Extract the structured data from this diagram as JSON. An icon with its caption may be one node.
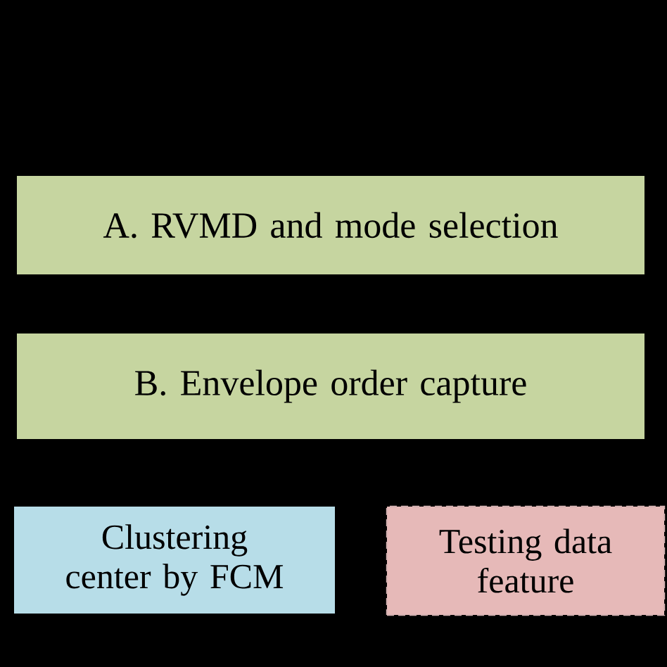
{
  "diagram": {
    "nodes": [
      {
        "text": [
          "A. RVMD and mode selection"
        ]
      },
      {
        "text": [
          "B. Envelope order capture"
        ]
      },
      {
        "text": [
          "Clustering center by FCM"
        ]
      },
      {
        "text": [
          "Testing data feature"
        ]
      }
    ]
  }
}
